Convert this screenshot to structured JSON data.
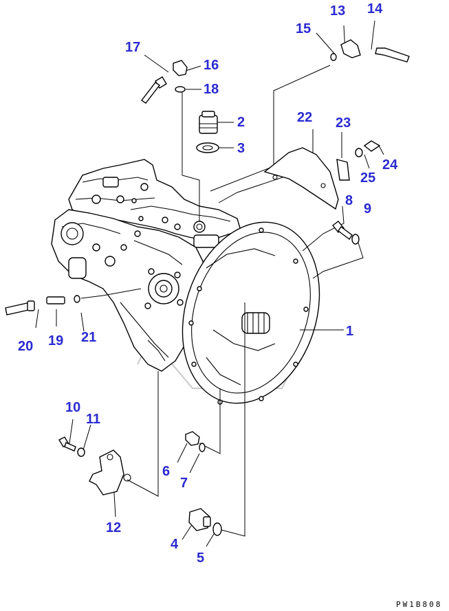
{
  "diagram": {
    "drawing_code": "PW1B808",
    "callouts": [
      {
        "id": "1",
        "text": "1"
      },
      {
        "id": "2",
        "text": "2"
      },
      {
        "id": "3",
        "text": "3"
      },
      {
        "id": "4",
        "text": "4"
      },
      {
        "id": "5",
        "text": "5"
      },
      {
        "id": "6",
        "text": "6"
      },
      {
        "id": "7",
        "text": "7"
      },
      {
        "id": "8",
        "text": "8"
      },
      {
        "id": "9",
        "text": "9"
      },
      {
        "id": "10",
        "text": "10"
      },
      {
        "id": "11",
        "text": "11"
      },
      {
        "id": "12",
        "text": "12"
      },
      {
        "id": "13",
        "text": "13"
      },
      {
        "id": "14",
        "text": "14"
      },
      {
        "id": "15",
        "text": "15"
      },
      {
        "id": "16",
        "text": "16"
      },
      {
        "id": "17",
        "text": "17"
      },
      {
        "id": "18",
        "text": "18"
      },
      {
        "id": "19",
        "text": "19"
      },
      {
        "id": "20",
        "text": "20"
      },
      {
        "id": "21",
        "text": "21"
      },
      {
        "id": "22",
        "text": "22"
      },
      {
        "id": "23",
        "text": "23"
      },
      {
        "id": "24",
        "text": "24"
      },
      {
        "id": "25",
        "text": "25"
      }
    ],
    "colors": {
      "callout": "#2a2ad0",
      "linework": "#000000",
      "watermark": "#c9c9c9"
    }
  }
}
